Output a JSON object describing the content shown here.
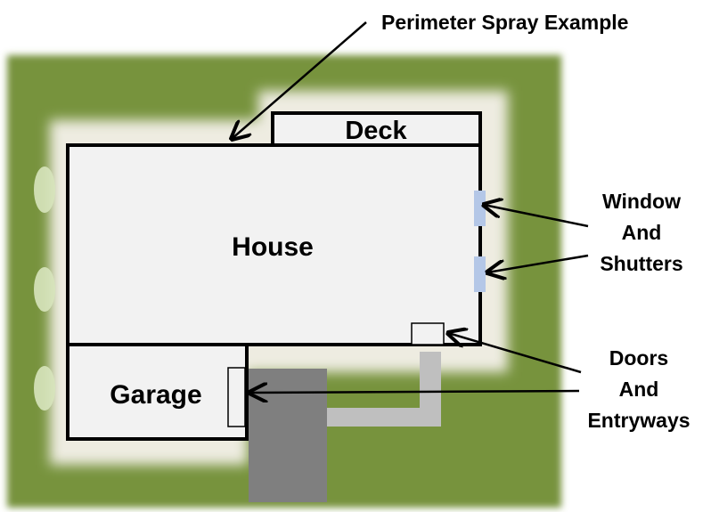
{
  "labels": {
    "perimeter": "Perimeter Spray Example",
    "deck": "Deck",
    "house": "House",
    "garage": "Garage",
    "window_line1": "Window",
    "window_line2": "And",
    "window_line3": "Shutters",
    "doors_line1": "Doors",
    "doors_line2": "And",
    "doors_line3": "Entryways"
  },
  "colors": {
    "lawn": "#77933c",
    "spray_zone": "#eeece1",
    "building": "#f2f2f2",
    "outline": "#000000",
    "driveway": "#7f7f7f",
    "walkway": "#bfbfbf",
    "window": "#b4c7e7",
    "shrub": "#d7e4bd"
  }
}
